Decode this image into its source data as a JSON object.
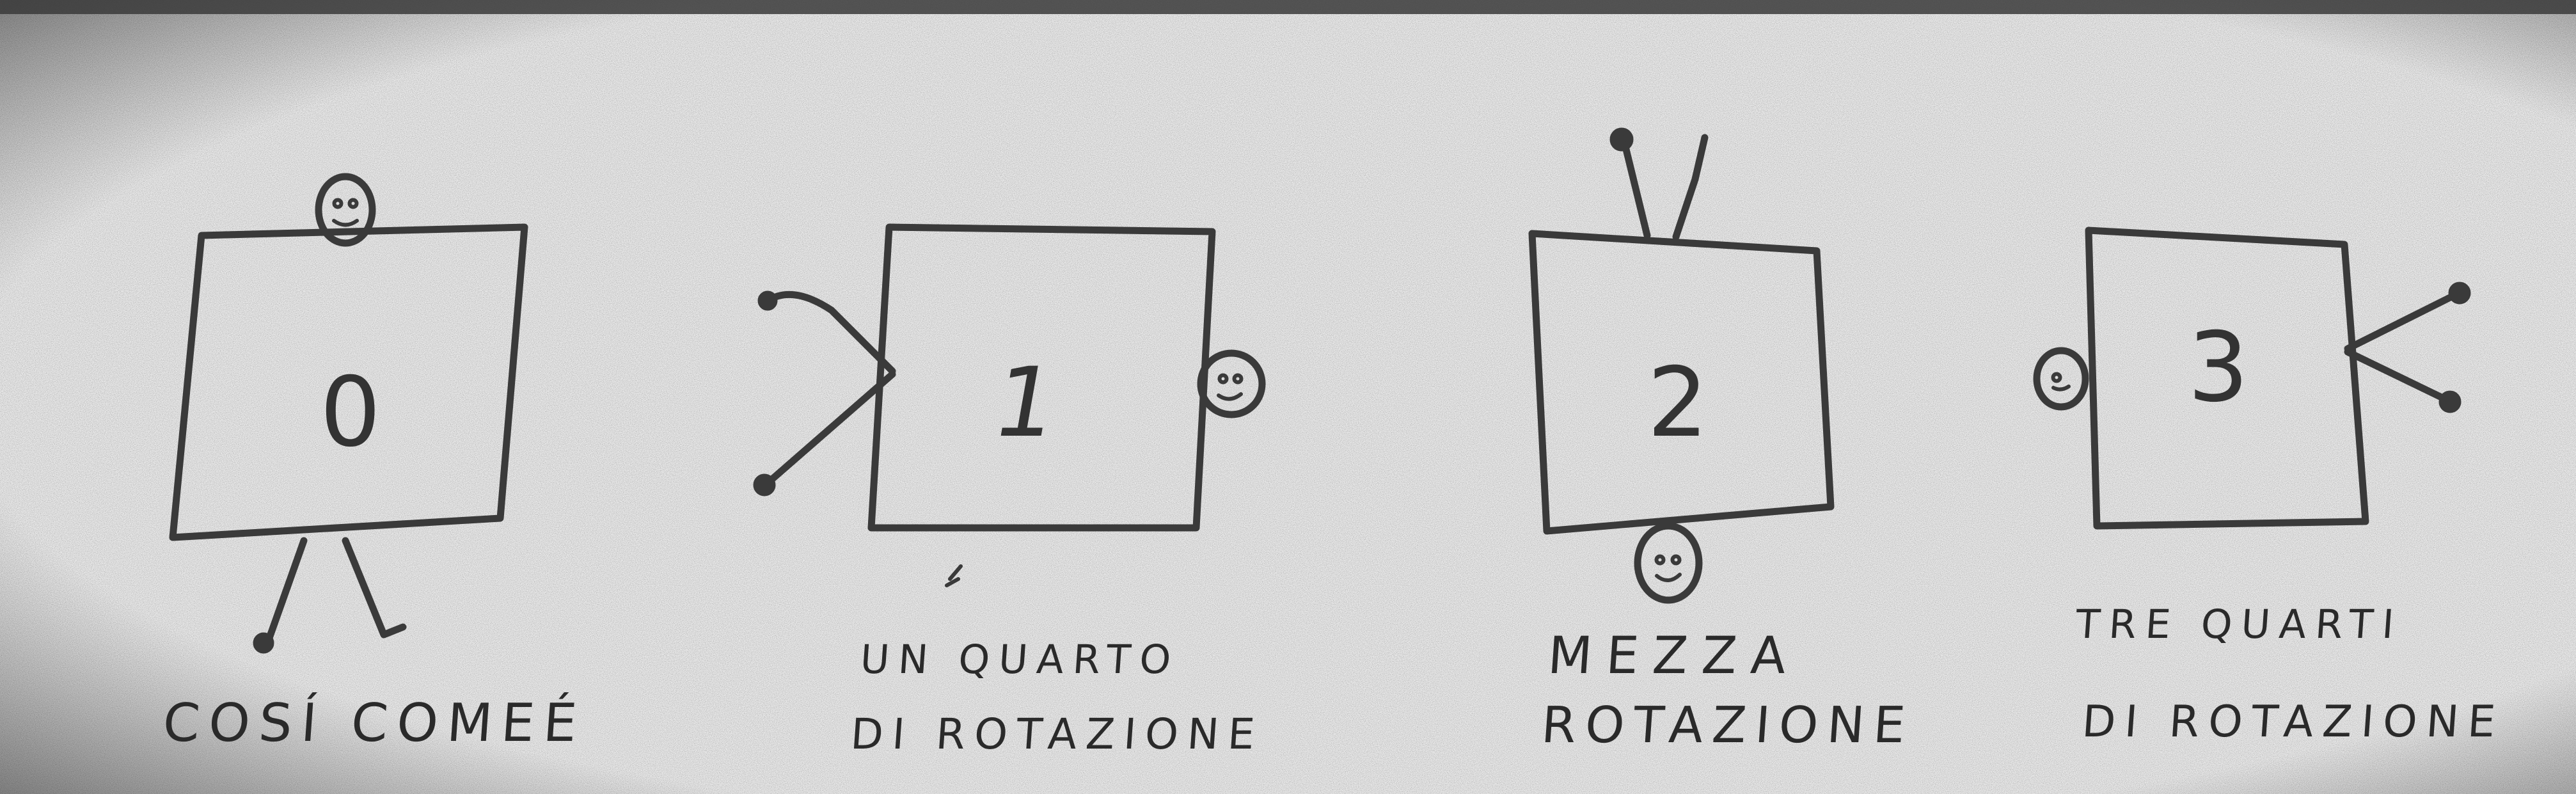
{
  "figures": [
    {
      "number": "0",
      "caption_lines": [
        "COSÍ COMEÉ"
      ]
    },
    {
      "number": "1",
      "caption_lines": [
        "UN QUARTO",
        "DI ROTAZIONE"
      ]
    },
    {
      "number": "2",
      "caption_lines": [
        "MEZZA",
        "ROTAZIONE"
      ]
    },
    {
      "number": "3",
      "caption_lines": [
        "TRE QUARTI",
        "DI ROTAZIONE"
      ]
    }
  ],
  "colors": {
    "ink": "#3a3a3a",
    "paper": "#e6e6e6"
  }
}
